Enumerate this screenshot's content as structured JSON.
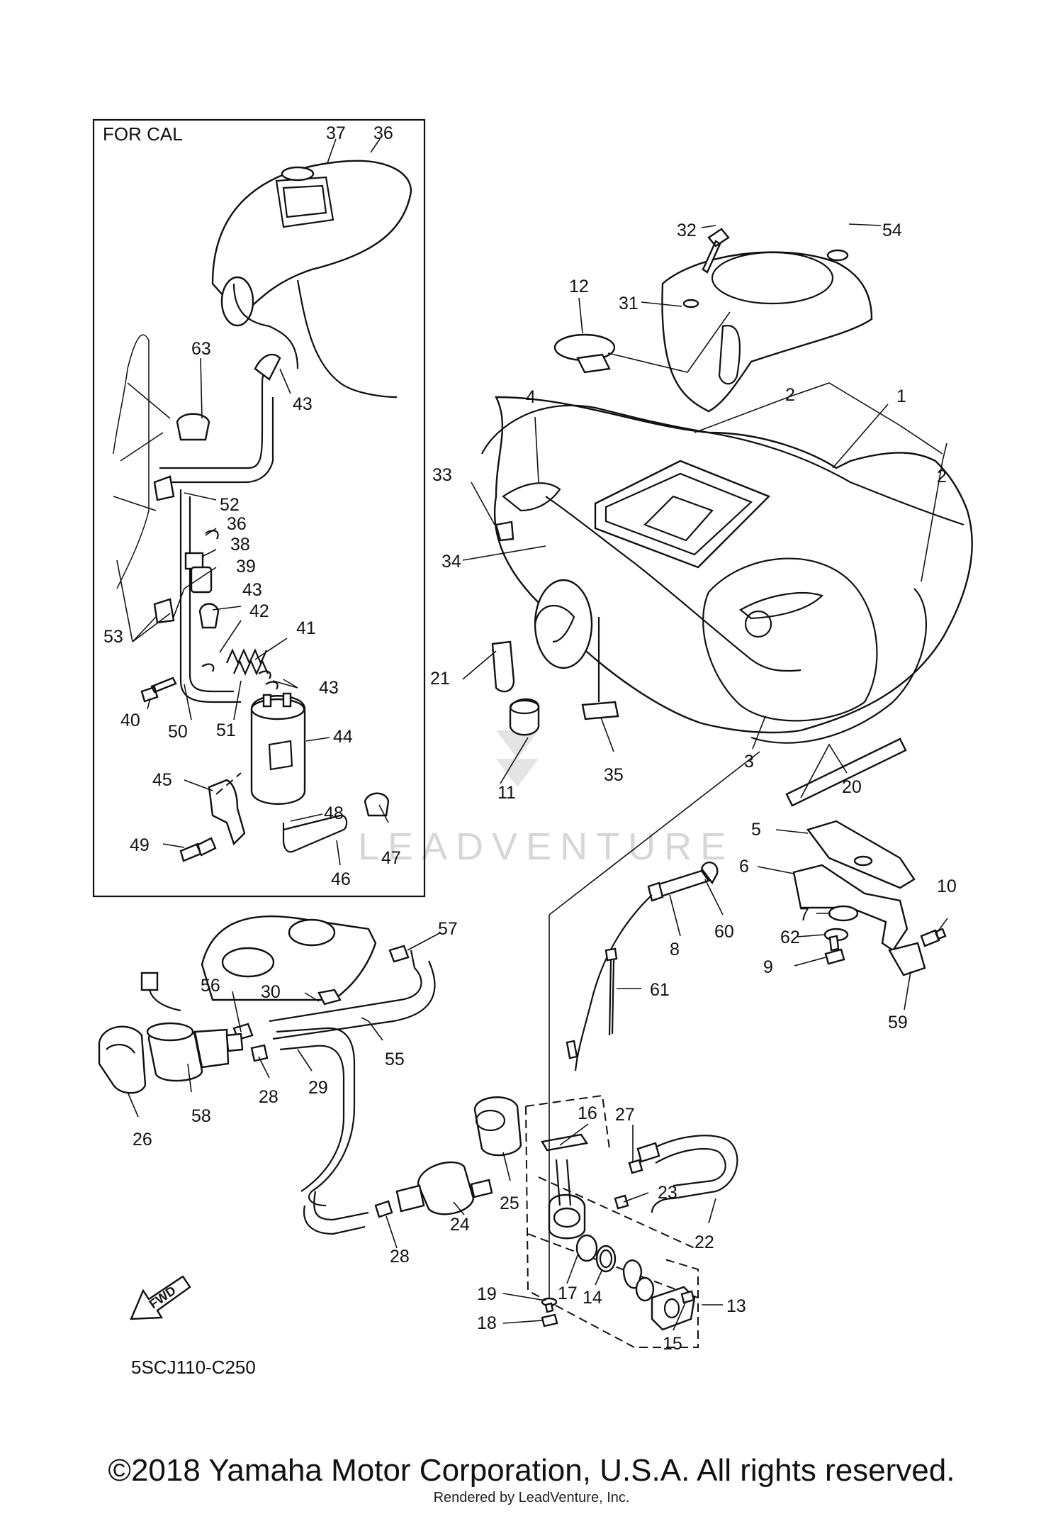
{
  "diagram": {
    "box_title": "FOR CAL",
    "diagram_code": "5SCJ110-C250",
    "fwd_label": "FWD",
    "watermark": "LEADVENTURE",
    "copyright": "©2018 Yamaha Motor Corporation, U.S.A. All rights reserved.",
    "rendered_by": "Rendered by LeadVenture, Inc."
  },
  "callouts": [
    "37",
    "36",
    "32",
    "54",
    "12",
    "31",
    "63",
    "43",
    "2",
    "1",
    "4",
    "33",
    "2",
    "52",
    "36",
    "38",
    "34",
    "39",
    "43",
    "42",
    "41",
    "53",
    "43",
    "21",
    "40",
    "50",
    "51",
    "44",
    "11",
    "35",
    "3",
    "20",
    "45",
    "48",
    "5",
    "49",
    "47",
    "46",
    "6",
    "10",
    "60",
    "7",
    "8",
    "62",
    "57",
    "9",
    "59",
    "61",
    "56",
    "30",
    "55",
    "28",
    "29",
    "58",
    "26",
    "16",
    "27",
    "25",
    "23",
    "24",
    "22",
    "28",
    "17",
    "14",
    "19",
    "13",
    "18",
    "15"
  ],
  "colors": {
    "line": "#111111",
    "background": "#ffffff",
    "watermark": "#d6d6d6"
  }
}
